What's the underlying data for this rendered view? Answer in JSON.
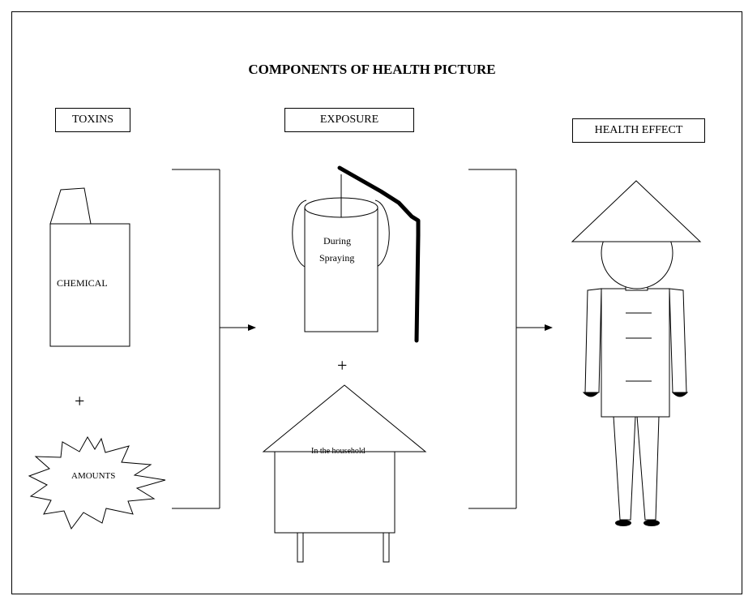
{
  "title": "COMPONENTS OF HEALTH PICTURE",
  "columns": {
    "toxins": "TOXINS",
    "exposure": "EXPOSURE",
    "health_effect": "HEALTH EFFECT"
  },
  "toxins": {
    "chemical_label": "CHEMICAL",
    "amounts_label": "AMOUNTS",
    "plus": "+"
  },
  "exposure": {
    "spraying_line1": "During",
    "spraying_line2": "Spraying",
    "household_label": "In the household",
    "plus": "+"
  }
}
